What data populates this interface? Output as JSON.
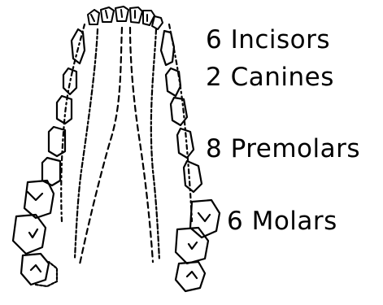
{
  "labels": {
    "incisors": "6 Incisors",
    "canines": "2 Canines",
    "premolars": "8 Premolars",
    "molars": "6 Molars"
  },
  "colors": {
    "ink": "#000000",
    "background": "#ffffff"
  }
}
